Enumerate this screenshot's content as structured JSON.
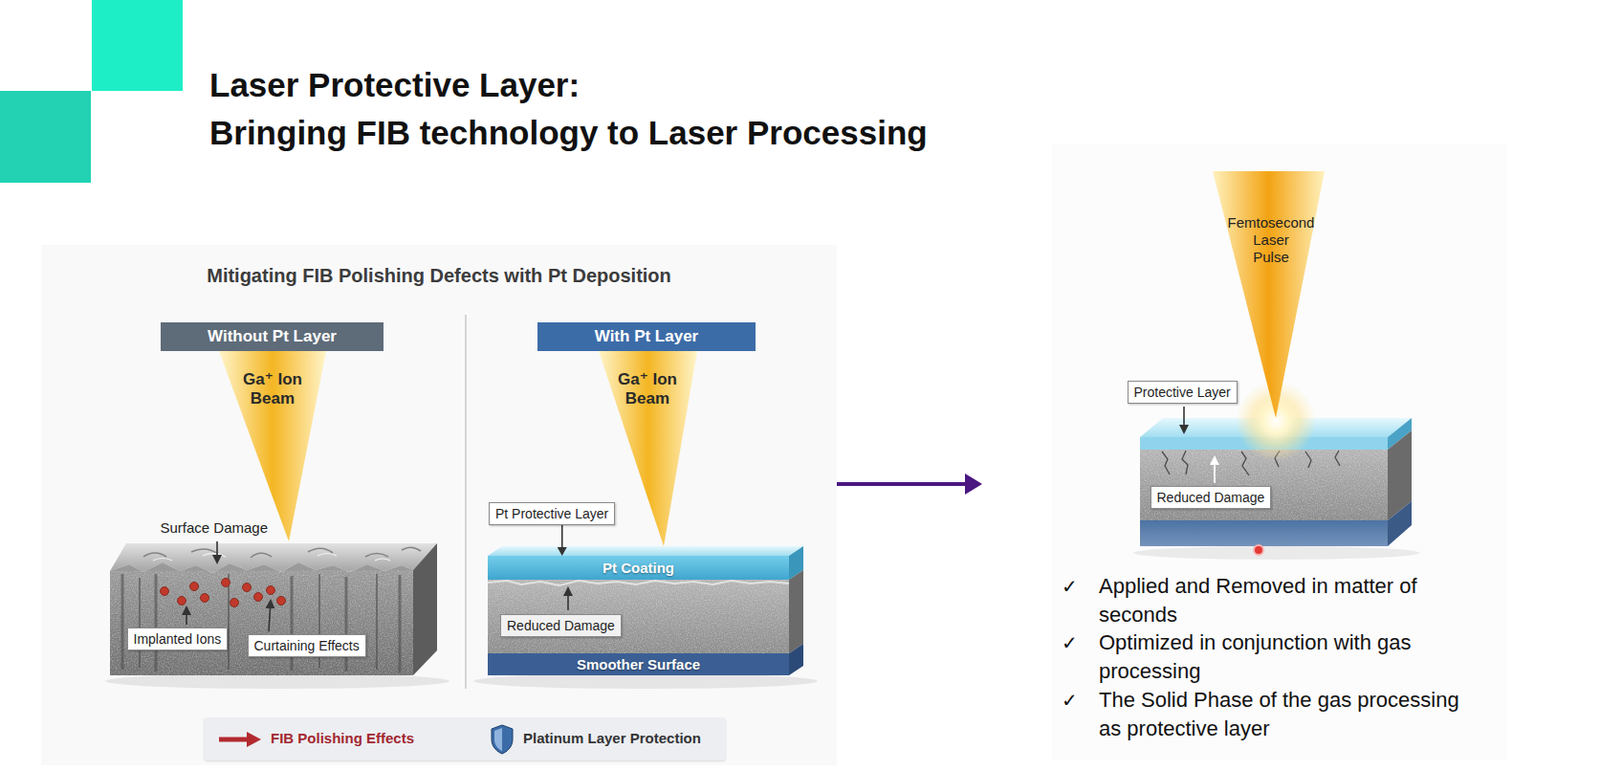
{
  "diagram": {
    "title": "Laser Protective Layer: Bringing FIB technology to Laser Processing",
    "nodes": [
      {
        "text": [
          "Mitigating FIB Polishing Defects with Pt Deposition"
        ]
      },
      {
        "text": [
          "Without Pt Layer"
        ],
        "in": 0
      },
      {
        "text": [
          "With Pt Layer"
        ],
        "in": 0
      },
      {
        "text": [
          "Ga⁺ Ion Beam"
        ],
        "in": 0
      },
      {
        "text": [
          "Ga⁺ Ion Beam"
        ],
        "in": 0
      },
      {
        "text": [
          "Pt Protective Layer"
        ],
        "in": 0
      },
      {
        "text": [
          "Pt Coating"
        ],
        "in": 0
      },
      {
        "text": [
          "Implanted Ions"
        ],
        "in": 0
      },
      {
        "text": [
          "Curtaining Effects"
        ],
        "in": 0
      },
      {
        "text": [
          "Reduced Damage"
        ],
        "in": 0
      },
      {
        "text": [
          "Smoother Surface"
        ],
        "in": 0
      },
      {
        "text": [
          "Applied and Removed in matter of seconds",
          "Optimized in conjunction with gas processing",
          "The Solid Phase of the gas processing as protective layer"
        ]
      },
      {
        "text": [
          "Femtosecond Laser Pulse"
        ],
        "in": 11
      },
      {
        "text": [
          "Protective Layer"
        ],
        "in": 11
      },
      {
        "text": [
          "Reduced Damage"
        ],
        "in": 11
      }
    ],
    "edges": [
      {
        "from": 0,
        "to": 11,
        "arrow": "to"
      },
      {
        "from": 5,
        "to": 6,
        "arrow": "to"
      }
    ],
    "labels": [
      "Surface Damage",
      "✓",
      "✓",
      "✓"
    ],
    "legend": [
      {
        "text": "FIB Polishing Effects"
      },
      {
        "text": "Platinum Layer Protection"
      }
    ]
  }
}
